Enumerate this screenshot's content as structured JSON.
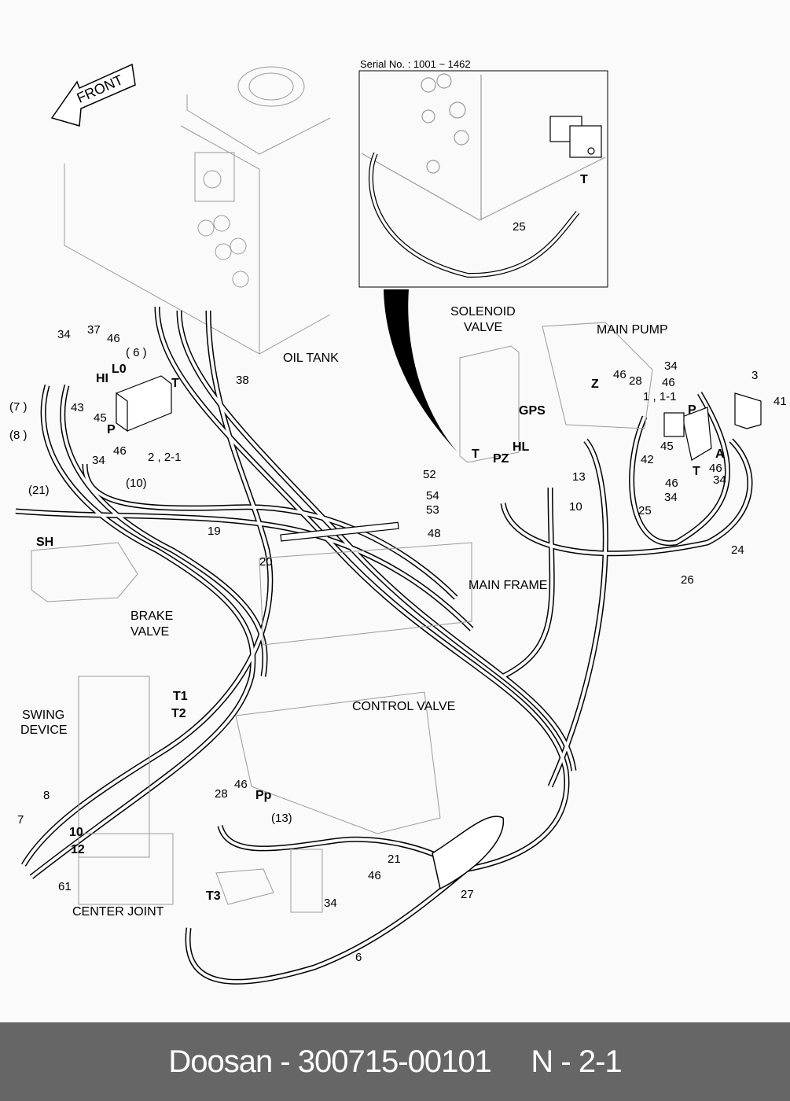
{
  "front_arrow": {
    "label": "FRONT"
  },
  "inset": {
    "caption": "Serial No. : 1001 ~ 1462",
    "labels": {
      "port_t": "T",
      "hose_25": "25"
    }
  },
  "components": {
    "oil_tank": "OIL TANK",
    "solenoid_valve": [
      "SOLENOID",
      "VALVE"
    ],
    "main_pump": "MAIN PUMP",
    "main_frame": "MAIN FRAME",
    "brake_valve": [
      "BRAKE",
      "VALVE"
    ],
    "swing_device": [
      "SWING",
      "DEVICE"
    ],
    "control_valve": "CONTROL VALVE",
    "center_joint": "CENTER JOINT"
  },
  "ports": {
    "l0": "L0",
    "hi": "HI",
    "p_left": "P",
    "t_left": "T",
    "sh": "SH",
    "gps": "GPS",
    "t_sol": "T",
    "pz": "PZ",
    "hl": "HL",
    "z": "Z",
    "p_right": "P",
    "a_right": "A",
    "t_right": "T",
    "t1": "T1",
    "t2": "T2",
    "pp": "Pp",
    "t3": "T3",
    "cj10": "10",
    "cj12": "12"
  },
  "callouts": {
    "c34a": "34",
    "c37": "37",
    "c46a": "46",
    "c6p": "( 6 )",
    "c7p": "(7 )",
    "c8p": "(8 )",
    "c43": "43",
    "c45a": "45",
    "c46b": "46",
    "c34b": "34",
    "c2": "2 , 2-1",
    "c38": "38",
    "c21p": "(21)",
    "c10p": "(10)",
    "c19": "19",
    "c20": "20",
    "c52": "52",
    "c54": "54",
    "c53": "53",
    "c48": "48",
    "c13": "13",
    "c10": "10",
    "c46c": "46",
    "c28a": "28",
    "c34c": "34",
    "c46d": "46",
    "c3": "3",
    "c41": "41",
    "c11": "1 , 1-1",
    "c45b": "45",
    "c42": "42",
    "c46e": "46",
    "c34d": "34",
    "c46f": "46",
    "c34e": "34",
    "c25": "25",
    "c24": "24",
    "c26": "26",
    "c8": "8",
    "c7": "7",
    "c61": "61",
    "c28b": "28",
    "c46g": "46",
    "c13p": "(13)",
    "c21": "21",
    "c46h": "46",
    "c34f": "34",
    "c27": "27",
    "c6": "6"
  },
  "footer": {
    "brand_part": "Doosan - 300715-00101",
    "page": "N - 2-1"
  },
  "colors": {
    "background": "#fafafa",
    "footer_bg": "#666666",
    "footer_text": "#ffffff",
    "line": "#000000",
    "light_line": "#9a9a9a"
  }
}
